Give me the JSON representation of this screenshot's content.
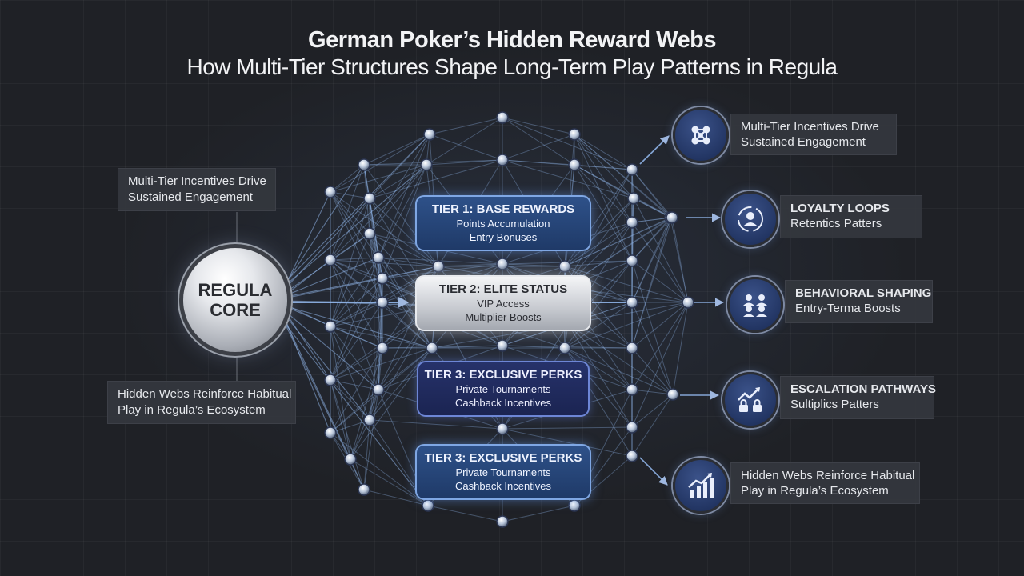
{
  "title": {
    "main": "German Poker’s Hidden Reward Webs",
    "sub": "How Multi-Tier Structures Shape Long-Term Play Patterns in Regula"
  },
  "left_notes": {
    "top": [
      "Multi-Tier Incentives Drive",
      "Sustained Engagement"
    ],
    "bottom": [
      "Hidden Webs Reinforce Habitual",
      "Play in Regula’s Ecosystem"
    ]
  },
  "core": {
    "line1": "REGULA",
    "line2": "CORE"
  },
  "tiers": [
    {
      "title": "TIER 1: BASE REWARDS",
      "lines": [
        "Points Accumulation",
        "Entry Bonuses"
      ],
      "style": "blue"
    },
    {
      "title": "TIER 2: ELITE STATUS",
      "lines": [
        "VIP Access",
        "Multiplier Boosts"
      ],
      "style": "silver"
    },
    {
      "title": "TIER 3: EXCLUSIVE PERKS",
      "lines": [
        "Private Tournaments",
        "Cashback Incentives"
      ],
      "style": "navy"
    },
    {
      "title": "TIER 3: EXCLUSIVE PERKS",
      "lines": [
        "Private Tournaments",
        "Cashback Incentives"
      ],
      "style": "blue"
    }
  ],
  "outcomes": [
    {
      "icon": "network-nodes-icon",
      "title": "",
      "lines": [
        "Multi-Tier Incentives Drive",
        "Sustained Engagement"
      ]
    },
    {
      "icon": "user-loop-icon",
      "title": "LOYALTY LOOPS",
      "lines": [
        "Retentics Patters"
      ]
    },
    {
      "icon": "group-people-icon",
      "title": "BEHAVIORAL SHAPING",
      "lines": [
        "Entry-Terma Boosts"
      ]
    },
    {
      "icon": "trend-lock-icon",
      "title": "ESCALATION PATHWAYS",
      "lines": [
        "Sultiplics Patters"
      ]
    },
    {
      "icon": "bar-chart-growth-icon",
      "title": "",
      "lines": [
        "Hidden Webs Reinforce Habitual",
        "Play in Regula’s Ecosystem"
      ]
    }
  ],
  "colors": {
    "background": "#1f2126",
    "web_line": "#8fb4e8",
    "node": "#c9d3e2",
    "tier_blue": "#2e5189",
    "tier_navy": "#26326a",
    "tier_silver": "#d6d9de",
    "icon_circle": "#2a3d6e"
  }
}
